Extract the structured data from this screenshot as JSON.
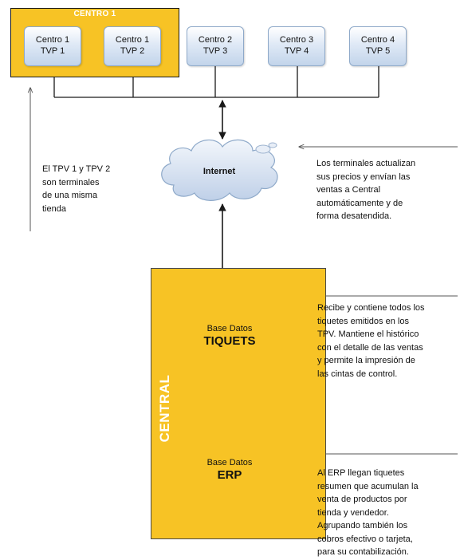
{
  "group_centro1": {
    "title": "CENTRO 1"
  },
  "terminals": [
    {
      "line1": "Centro 1",
      "line2": "TVP 1"
    },
    {
      "line1": "Centro 1",
      "line2": "TVP 2"
    },
    {
      "line1": "Centro 2",
      "line2": "TVP 3"
    },
    {
      "line1": "Centro 3",
      "line2": "TVP 4"
    },
    {
      "line1": "Centro 4",
      "line2": "TVP 5"
    }
  ],
  "internet": {
    "label": "Internet"
  },
  "central": {
    "label": "CENTRAL"
  },
  "databases": {
    "tiquets": {
      "line1": "Base Datos",
      "line2": "TIQUETS"
    },
    "erp": {
      "line1": "Base Datos",
      "line2": "ERP"
    }
  },
  "notes": {
    "left": [
      "El TPV 1 y TPV 2",
      "son terminales",
      "de una misma",
      "tienda"
    ],
    "internet": [
      "Los terminales actualizan",
      "sus precios y envían las",
      "ventas a Central",
      "automáticamente y de",
      "forma desatendida."
    ],
    "tiquets": [
      "Recibe y contiene todos los",
      "tiquetes emitidos en los",
      "TPV.  Mantiene el histórico",
      "con el detalle de las ventas",
      "y permite la impresión de",
      "las cintas de control."
    ],
    "erp": [
      "Al ERP llegan tiquetes",
      "resumen que acumulan la",
      "venta de productos por",
      "tienda y vendedor.",
      "Agrupando también los",
      "cobros efectivo o tarjeta,",
      "para su contabilización."
    ]
  },
  "colors": {
    "group_fill": "#f7c325",
    "terminal_fill": "#dfe9f6",
    "cloud_fill": "#cfdcee",
    "db_fill": "#dbe6f3",
    "line": "#1a1a1a"
  },
  "icons": [
    "terminal-box",
    "internet-cloud",
    "database-cylinder",
    "arrow-left"
  ]
}
